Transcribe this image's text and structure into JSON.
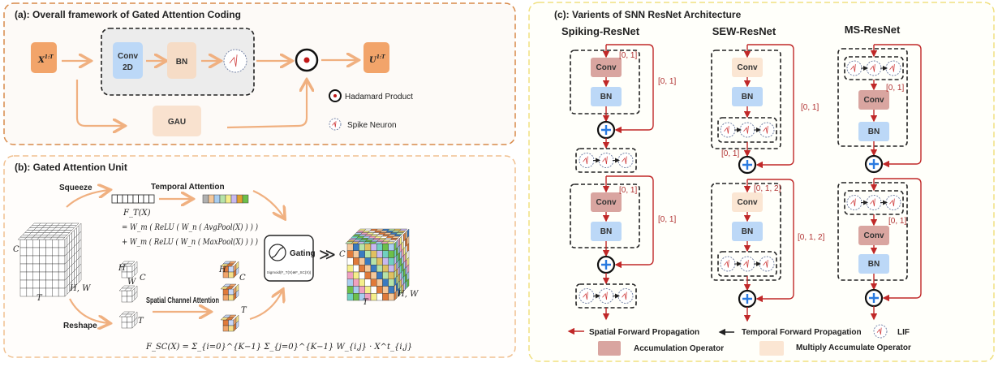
{
  "panel_a": {
    "title": "(a): Overall framework of Gated Attention Coding",
    "input": "X",
    "input_sup": "1:T",
    "conv": [
      "Conv",
      "2D"
    ],
    "bn": "BN",
    "gau": "GAU",
    "output": "U",
    "output_sup": "1:T",
    "legend": {
      "hadamard": "Hadamard Product",
      "spike": "Spike Neuron"
    }
  },
  "panel_b": {
    "title": "(b): Gated Attention Unit",
    "squeeze": "Squeeze",
    "reshape": "Reshape",
    "temporal_attention": "Temporal Attention",
    "ft": "F_T(X)",
    "ft_line1": "= W_m ( ReLU ( W_n ( AvgPool(X) ) ) )",
    "ft_line2": "+ W_m ( ReLU ( W_n ( MaxPool(X) ) ) )",
    "spatial_channel_attention": "Spatial Channel Attention",
    "fsc": "F_SC(X) = Σ_{i=0}^{K−1} Σ_{j=0}^{K−1} W_{i,j} · X^t_{i,j}",
    "gating": "Gating",
    "gating_formula": "Sigmoid(F_T(X)⊗F_SC(X))",
    "much_greater": "≫",
    "axis": {
      "c": "C",
      "hw": "H, W",
      "t": "T",
      "h": "H",
      "w": "W"
    },
    "temporal_colors": [
      "#b0b0b0",
      "#f5c89a",
      "#a8cdf0",
      "#b6e3a8",
      "#f5ee8a",
      "#c8b8f0",
      "#e0a030",
      "#6cbf4a"
    ]
  },
  "panel_c": {
    "title": "(c): Varients of SNN ResNet Architecture",
    "columns": [
      "Spiking-ResNet",
      "SEW-ResNet",
      "MS-ResNet"
    ],
    "conv": "Conv",
    "bn": "BN",
    "range01": "[0, 1]",
    "range012": "[0, 1, 2]",
    "legend": {
      "spatial": "Spatial Forward Propagation",
      "temporal": "Temporal Forward Propagation",
      "lif": "LIF",
      "acc": "Accumulation Operator",
      "mac": "Multiply Accumulate Operator"
    }
  },
  "colors": {
    "io_orange": "#f2a46a",
    "conv_blue": "#bcd8f7",
    "bn_peach": "#f6dcc6",
    "acc_conv": "#d9a5a0",
    "mac_conv": "#fbe6d3",
    "skip_red": "#c02828",
    "panel_a_border": "#d88a4a",
    "panel_b_border": "#f0c090",
    "panel_c_border": "#f0e080"
  }
}
